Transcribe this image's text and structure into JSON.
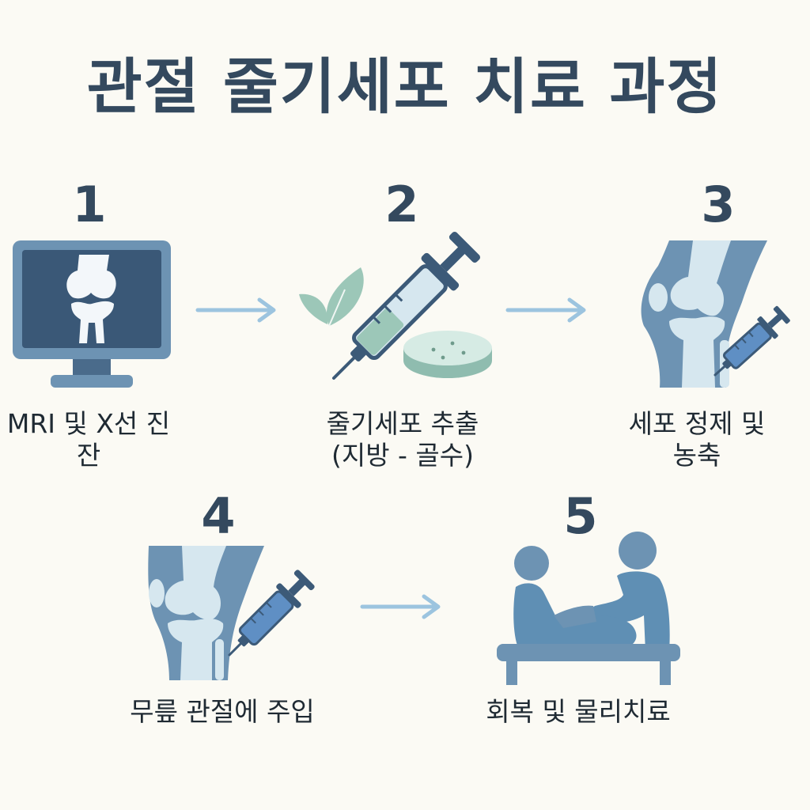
{
  "title": "관절 줄기세포 치료 과정",
  "steps": [
    {
      "number": "1",
      "label_lines": [
        "MRI 및 X선 진",
        "잔"
      ],
      "icon": "mri-monitor-icon"
    },
    {
      "number": "2",
      "label_lines": [
        "줄기세포 추출",
        "(지방 - 골수)"
      ],
      "icon": "syringe-extraction-icon"
    },
    {
      "number": "3",
      "label_lines": [
        "세포 정제 및",
        "농축"
      ],
      "icon": "knee-syringe-icon"
    },
    {
      "number": "4",
      "label_lines": [
        "무릎 관절에 주입"
      ],
      "icon": "knee-injection-icon"
    },
    {
      "number": "5",
      "label_lines": [
        "회복 및 물리치료"
      ],
      "icon": "physical-therapy-icon"
    }
  ],
  "colors": {
    "background": "#fbfaf4",
    "heading": "#34495e",
    "steel_blue": "#5f8fb4",
    "light_blue": "#d6e7ef",
    "dark_blue": "#3c5a78",
    "sage": "#9cc7b8",
    "arrow": "#9cc4df"
  }
}
